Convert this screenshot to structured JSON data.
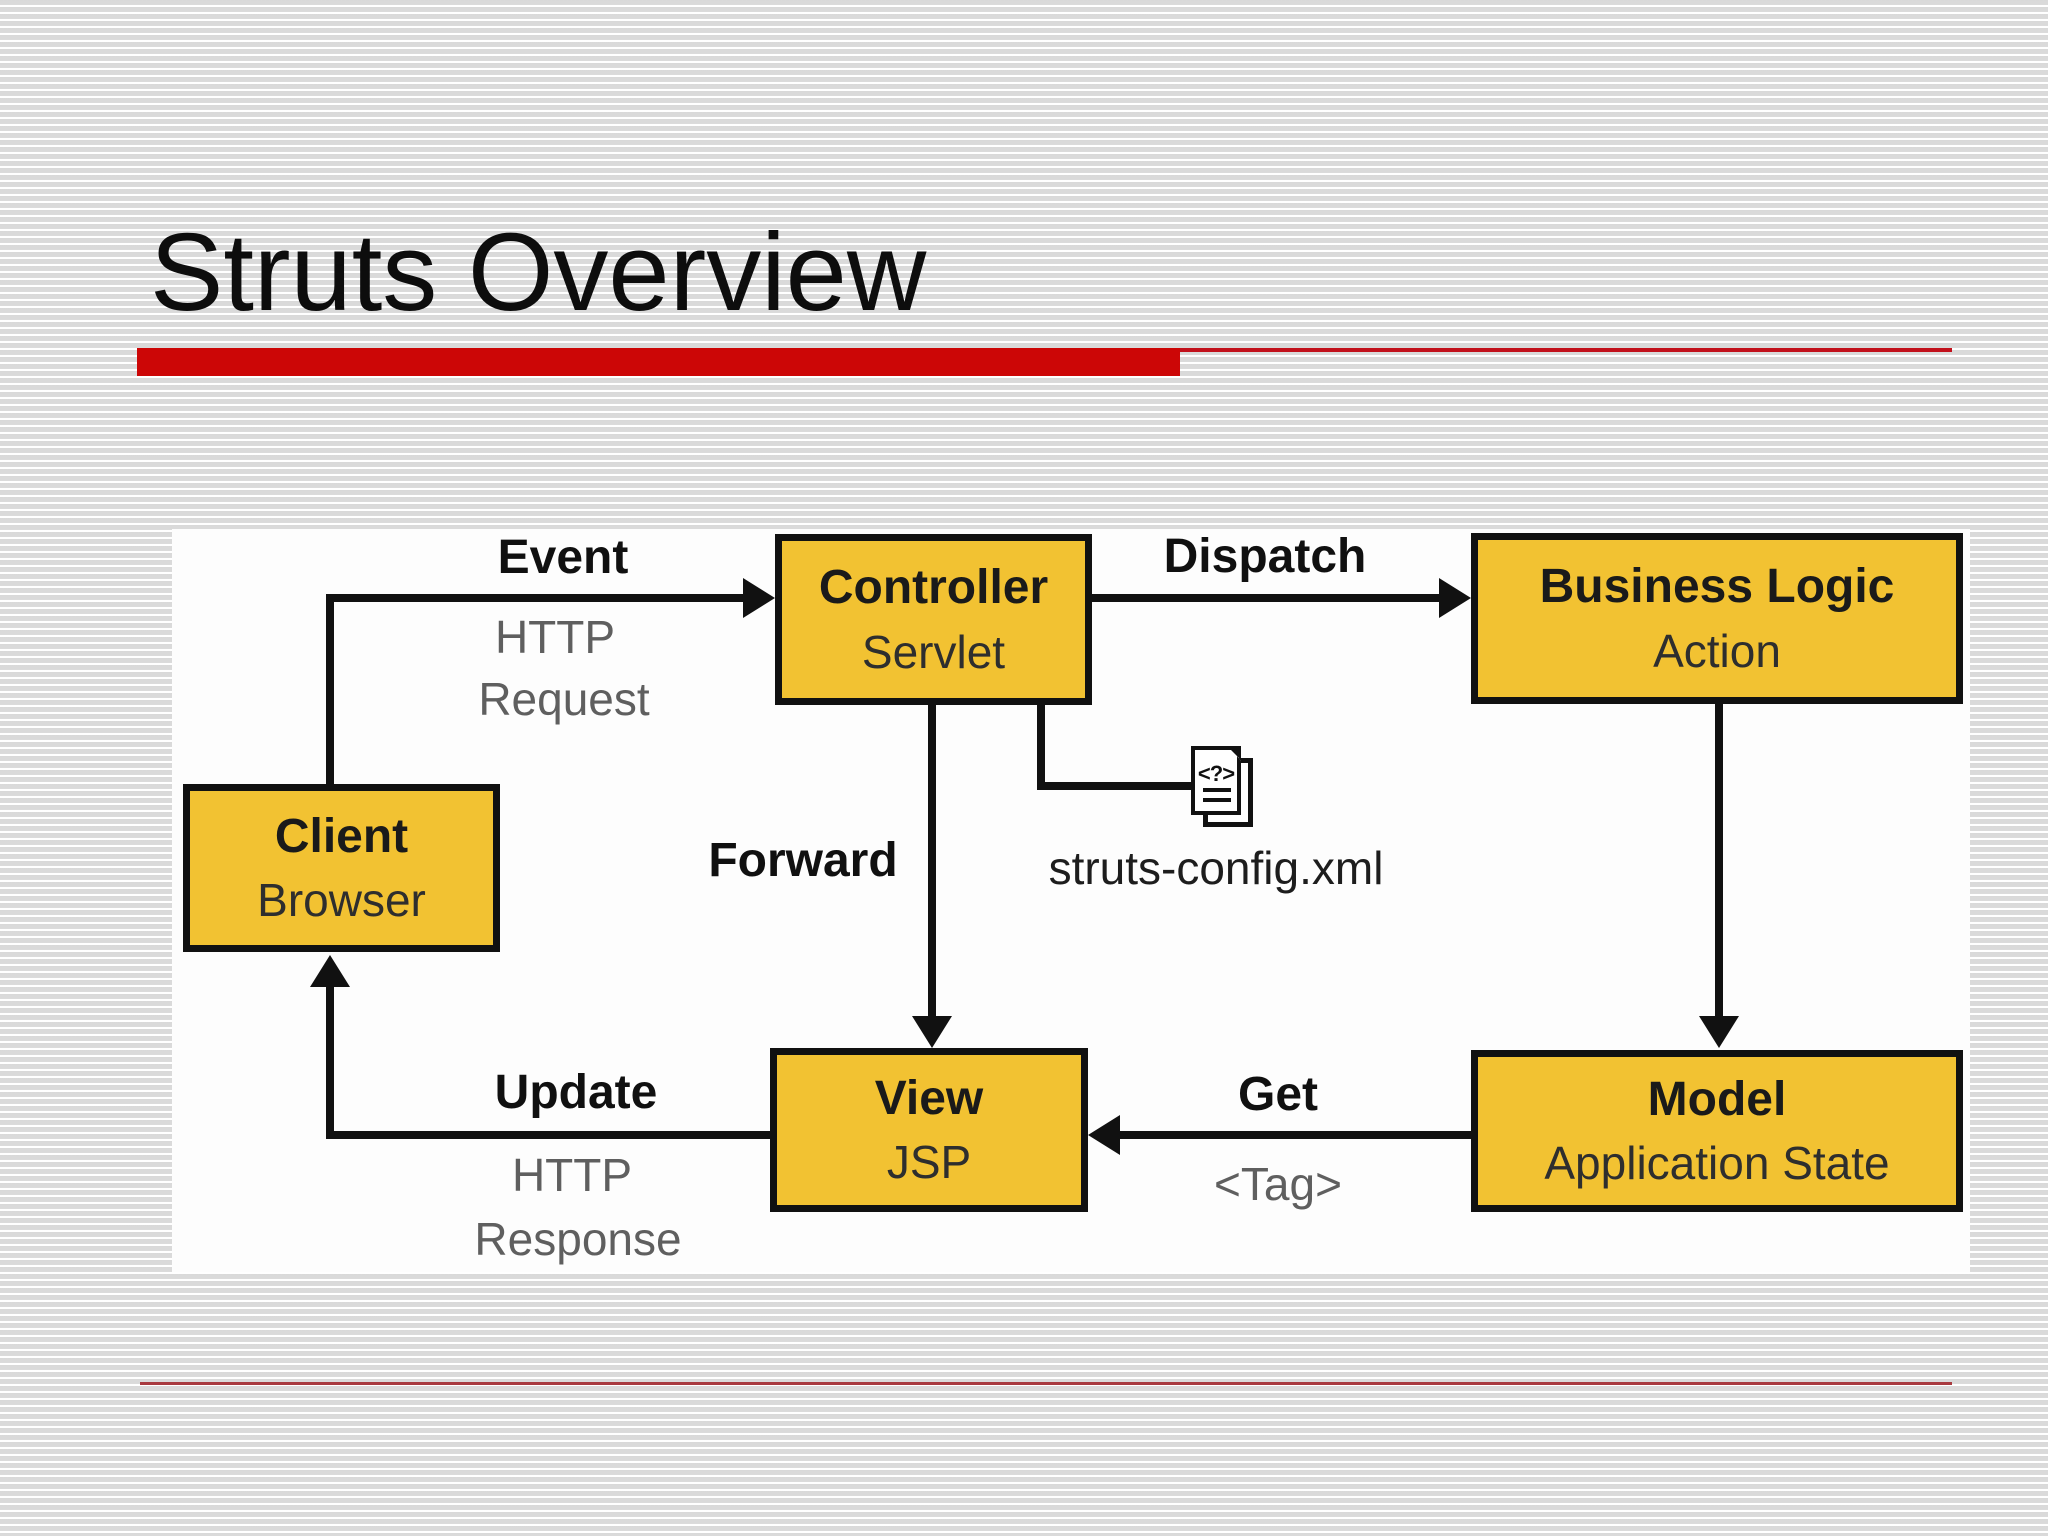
{
  "slide": {
    "title": "Struts Overview"
  },
  "diagram": {
    "boxes": [
      {
        "id": "client",
        "line1": "Client",
        "line2": "Browser"
      },
      {
        "id": "controller",
        "line1": "Controller",
        "line2": "Servlet"
      },
      {
        "id": "business-logic",
        "line1": "Business Logic",
        "line2": "Action"
      },
      {
        "id": "view",
        "line1": "View",
        "line2": "JSP"
      },
      {
        "id": "model",
        "line1": "Model",
        "line2": "Application State"
      }
    ],
    "labels": {
      "event": "Event",
      "http_request_line1": "HTTP",
      "http_request_line2": "Request",
      "dispatch": "Dispatch",
      "forward": "Forward",
      "config_file": "struts-config.xml",
      "update": "Update",
      "http_response_line1": "HTTP",
      "http_response_line2": "Response",
      "get": "Get",
      "tag": "<Tag>"
    },
    "icon": {
      "xml_doc_glyph": "<?>"
    },
    "colors": {
      "box_fill": "#f2c232",
      "accent_bar": "#cc0606",
      "bottom_rule": "#a83a40",
      "line": "#111111"
    }
  }
}
